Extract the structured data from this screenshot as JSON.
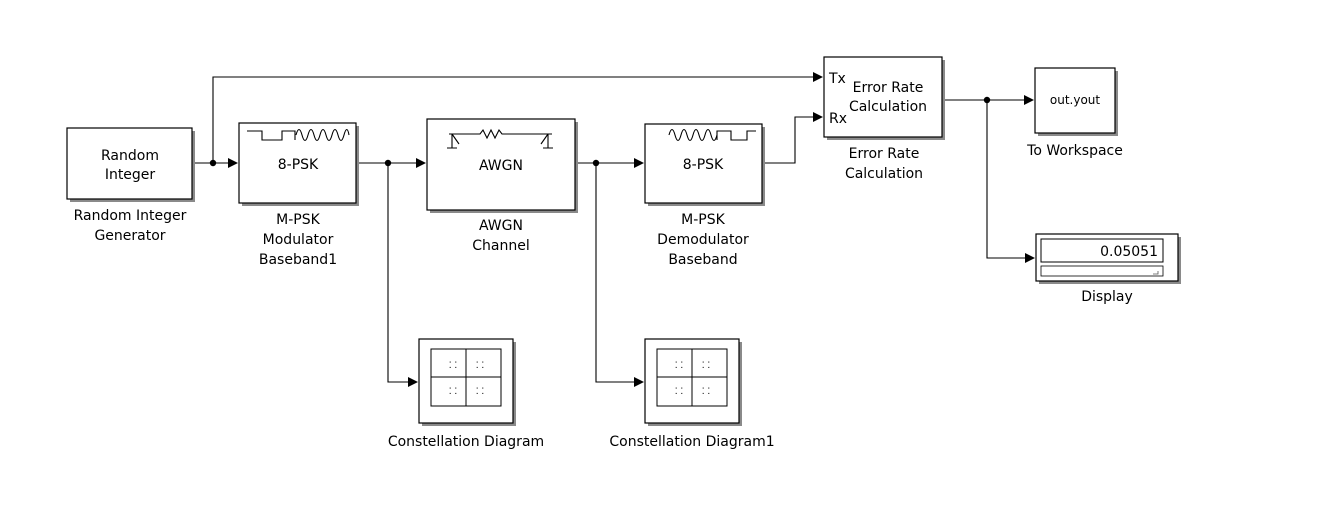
{
  "blocks": {
    "random_integer": {
      "inner_line1": "Random",
      "inner_line2": "Integer",
      "caption_line1": "Random Integer",
      "caption_line2": "Generator"
    },
    "mpsk_mod": {
      "inner": "8-PSK",
      "caption_line1": "M-PSK",
      "caption_line2": "Modulator",
      "caption_line3": "Baseband1"
    },
    "awgn": {
      "inner": "AWGN",
      "caption_line1": "AWGN",
      "caption_line2": "Channel"
    },
    "mpsk_demod": {
      "inner": "8-PSK",
      "caption_line1": "M-PSK",
      "caption_line2": "Demodulator",
      "caption_line3": "Baseband"
    },
    "error_rate": {
      "port_tx": "Tx",
      "port_rx": "Rx",
      "inner_line1": "Error Rate",
      "inner_line2": "Calculation",
      "caption_line1": "Error Rate",
      "caption_line2": "Calculation"
    },
    "to_workspace": {
      "inner": "out.yout",
      "caption": "To Workspace"
    },
    "display": {
      "value": "0.05051",
      "caption": "Display"
    },
    "constellation": {
      "caption": "Constellation Diagram"
    },
    "constellation1": {
      "caption": "Constellation Diagram1"
    }
  }
}
